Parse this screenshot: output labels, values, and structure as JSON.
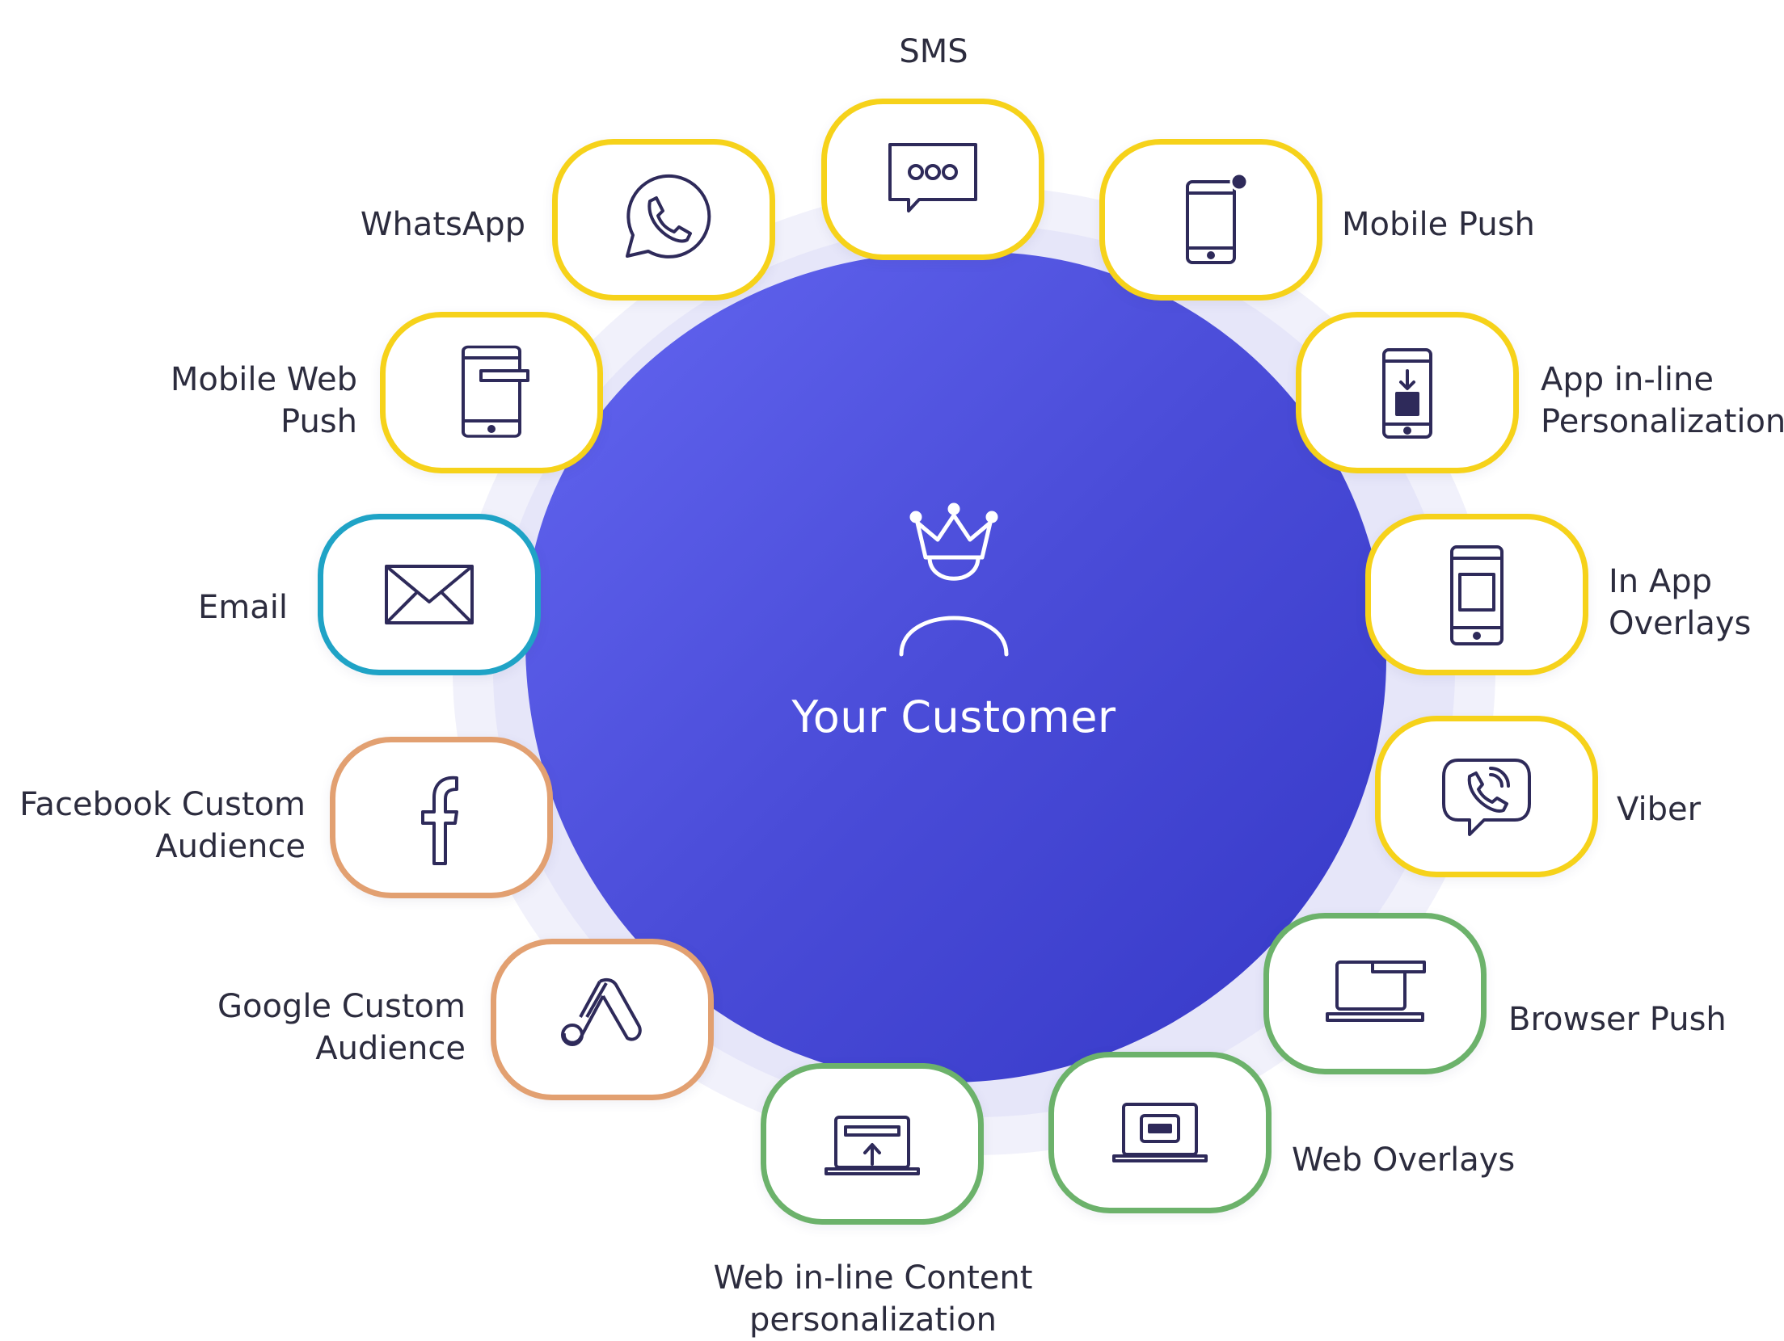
{
  "center": {
    "label": "Your Customer",
    "icon": "crowned-person-icon"
  },
  "channels": {
    "sms": {
      "lines": [
        "SMS"
      ],
      "icon": "sms-bubble-icon",
      "group_color": "#f6d21a"
    },
    "whatsapp": {
      "lines": [
        "WhatsApp"
      ],
      "icon": "whatsapp-icon",
      "group_color": "#f6d21a"
    },
    "mobile_push": {
      "lines": [
        "Mobile Push"
      ],
      "icon": "mobile-notification-icon",
      "group_color": "#f6d21a"
    },
    "mobile_web_push": {
      "lines": [
        "Mobile Web",
        "Push"
      ],
      "icon": "mobile-web-push-icon",
      "group_color": "#f6d21a"
    },
    "app_inline": {
      "lines": [
        "App in-line",
        "Personalization"
      ],
      "icon": "app-inline-icon",
      "group_color": "#f6d21a"
    },
    "email": {
      "lines": [
        "Email"
      ],
      "icon": "envelope-icon",
      "group_color": "#1fa3c6"
    },
    "in_app_overlays": {
      "lines": [
        "In App",
        "Overlays"
      ],
      "icon": "in-app-overlay-icon",
      "group_color": "#f6d21a"
    },
    "facebook": {
      "lines": [
        "Facebook Custom",
        "Audience"
      ],
      "icon": "facebook-icon",
      "group_color": "#e2a071"
    },
    "viber": {
      "lines": [
        "Viber"
      ],
      "icon": "viber-icon",
      "group_color": "#f6d21a"
    },
    "google": {
      "lines": [
        "Google Custom",
        "Audience"
      ],
      "icon": "google-ads-icon",
      "group_color": "#e2a071"
    },
    "browser_push": {
      "lines": [
        "Browser Push"
      ],
      "icon": "browser-push-icon",
      "group_color": "#6cb26b"
    },
    "web_inline": {
      "lines": [
        "Web in-line Content",
        "personalization"
      ],
      "icon": "web-inline-icon",
      "group_color": "#6cb26b"
    },
    "web_overlays": {
      "lines": [
        "Web Overlays"
      ],
      "icon": "web-overlay-icon",
      "group_color": "#6cb26b"
    }
  }
}
